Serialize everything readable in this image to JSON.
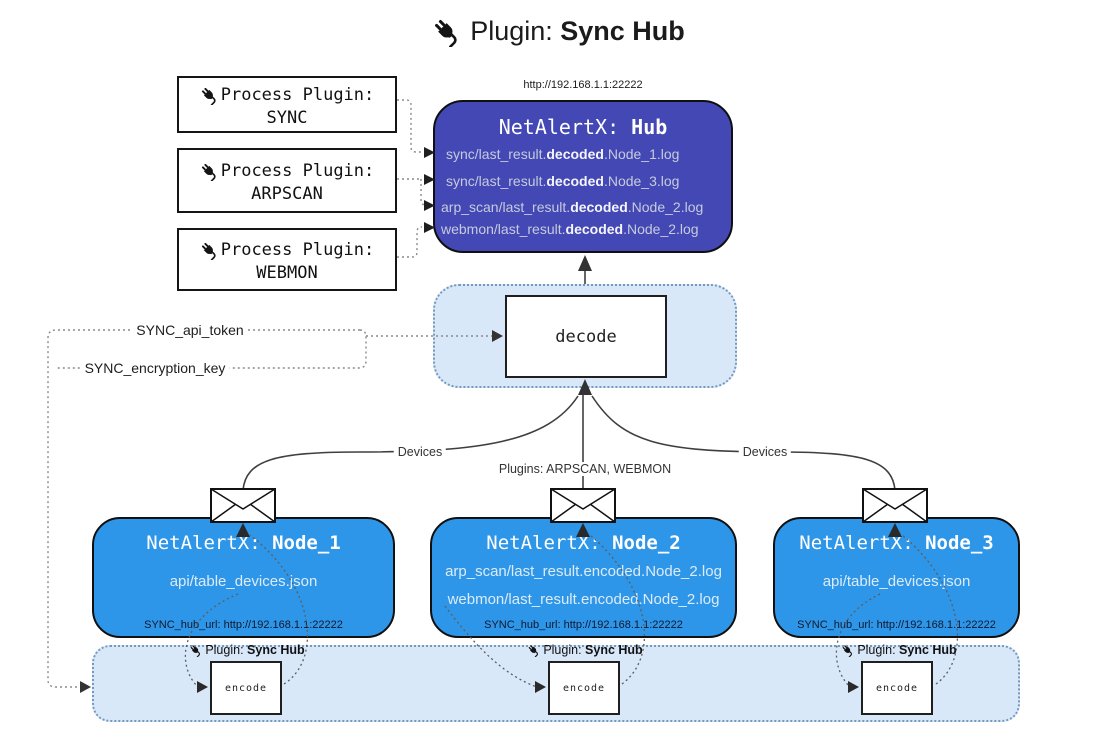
{
  "colors": {
    "hub_fill": "#4348b4",
    "node_fill": "#2e96e8",
    "panel_fill": "#d9e8f9"
  },
  "title": {
    "prefix": "Plugin: ",
    "name": "Sync Hub"
  },
  "process_plugins": [
    {
      "label": "Process Plugin:",
      "name": "SYNC"
    },
    {
      "label": "Process Plugin:",
      "name": "ARPSCAN"
    },
    {
      "label": "Process Plugin:",
      "name": "WEBMON"
    }
  ],
  "hub": {
    "url": "http://192.168.1.1:22222",
    "title_prefix": "NetAlertX: ",
    "title_name": "Hub",
    "logs": [
      {
        "pre": "sync/last_result.",
        "mid": "decoded",
        "post": ".Node_1.log"
      },
      {
        "pre": "sync/last_result.",
        "mid": "decoded",
        "post": ".Node_3.log"
      },
      {
        "pre": "arp_scan/last_result.",
        "mid": "decoded",
        "post": ".Node_2.log"
      },
      {
        "pre": "webmon/last_result.",
        "mid": "decoded",
        "post": ".Node_2.log"
      }
    ]
  },
  "decode_label": "decode",
  "secrets": {
    "api_token": "SYNC_api_token",
    "encryption_key": "SYNC_encryption_key"
  },
  "edge_labels": {
    "devices_left": "Devices",
    "plugins_center": "Plugins: ARPSCAN, WEBMON",
    "devices_right": "Devices"
  },
  "nodes": [
    {
      "title_prefix": "NetAlertX: ",
      "title_name": "Node_1",
      "lines": [
        "api/table_devices.json"
      ],
      "hub_url": "SYNC_hub_url: http://192.168.1.1:22222"
    },
    {
      "title_prefix": "NetAlertX: ",
      "title_name": "Node_2",
      "lines": [
        "arp_scan/last_result.encoded.Node_2.log",
        "webmon/last_result.encoded.Node_2.log"
      ],
      "hub_url": "SYNC_hub_url: http://192.168.1.1:22222"
    },
    {
      "title_prefix": "NetAlertX: ",
      "title_name": "Node_3",
      "lines": [
        "api/table_devices.json"
      ],
      "hub_url": "SYNC_hub_url: http://192.168.1.1:22222"
    }
  ],
  "encoders": [
    {
      "label_prefix": "Plugin: ",
      "label_name": "Sync Hub",
      "box_label": "encode"
    },
    {
      "label_prefix": "Plugin: ",
      "label_name": "Sync Hub",
      "box_label": "encode"
    },
    {
      "label_prefix": "Plugin: ",
      "label_name": "Sync Hub",
      "box_label": "encode"
    }
  ]
}
